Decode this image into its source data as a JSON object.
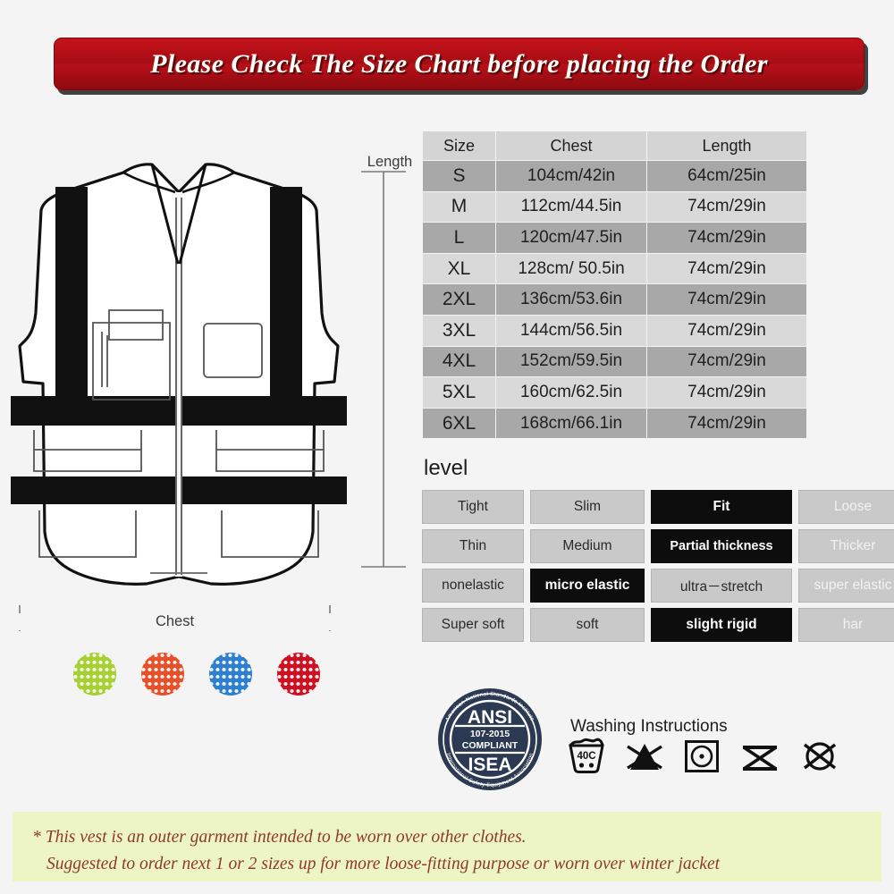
{
  "banner": {
    "text": "Please Check The Size Chart before placing the Order",
    "bg_color": "#b01016",
    "text_color": "#fdfdf8"
  },
  "diagram": {
    "length_label": "Length",
    "chest_label": "Chest",
    "swatches": [
      {
        "name": "lime-green",
        "color": "#a7d133"
      },
      {
        "name": "orange",
        "color": "#e8502a"
      },
      {
        "name": "blue",
        "color": "#2f7fd1"
      },
      {
        "name": "red",
        "color": "#cf1023"
      }
    ]
  },
  "size_table": {
    "headers": [
      "Size",
      "Chest",
      "Length"
    ],
    "rows": [
      {
        "size": "S",
        "chest": "104cm/42in",
        "length": "64cm/25in"
      },
      {
        "size": "M",
        "chest": "112cm/44.5in",
        "length": "74cm/29in"
      },
      {
        "size": "L",
        "chest": "120cm/47.5in",
        "length": "74cm/29in"
      },
      {
        "size": "XL",
        "chest": "128cm/ 50.5in",
        "length": "74cm/29in"
      },
      {
        "size": "2XL",
        "chest": "136cm/53.6in",
        "length": "74cm/29in"
      },
      {
        "size": "3XL",
        "chest": "144cm/56.5in",
        "length": "74cm/29in"
      },
      {
        "size": "4XL",
        "chest": "152cm/59.5in",
        "length": "74cm/29in"
      },
      {
        "size": "5XL",
        "chest": "160cm/62.5in",
        "length": "74cm/29in"
      },
      {
        "size": "6XL",
        "chest": "168cm/66.1in",
        "length": "74cm/29in"
      }
    ]
  },
  "level": {
    "title": "level",
    "rows": [
      [
        {
          "label": "Tight",
          "state": "normal"
        },
        {
          "label": "Slim",
          "state": "normal"
        },
        {
          "label": "Fit",
          "state": "selected"
        },
        {
          "label": "Loose",
          "state": "muted"
        }
      ],
      [
        {
          "label": "Thin",
          "state": "normal"
        },
        {
          "label": "Medium",
          "state": "normal"
        },
        {
          "label": "Partial thickness",
          "state": "selected"
        },
        {
          "label": "Thicker",
          "state": "muted"
        }
      ],
      [
        {
          "label": "nonelastic",
          "state": "normal"
        },
        {
          "label": "micro elastic",
          "state": "selected"
        },
        {
          "label": "ultra－stretch",
          "state": "normal"
        },
        {
          "label": "super elastic",
          "state": "muted"
        }
      ],
      [
        {
          "label": "Super soft",
          "state": "normal"
        },
        {
          "label": "soft",
          "state": "normal"
        },
        {
          "label": "slight rigid",
          "state": "selected"
        },
        {
          "label": "har",
          "state": "muted"
        }
      ]
    ]
  },
  "ansi_badge": {
    "top_text": "ANSI",
    "standard": "107-2015",
    "compliant": "COMPLIANT",
    "bottom_text": "ISEA",
    "ring_top": "American National Standards Institute",
    "ring_bottom": "International Safety Equipment Association",
    "color": "#2b3a52"
  },
  "washing": {
    "title": "Washing Instructions",
    "symbols": [
      {
        "name": "wash-40c-icon",
        "label": "40C"
      },
      {
        "name": "do-not-bleach-icon",
        "label": ""
      },
      {
        "name": "tumble-dry-icon",
        "label": ""
      },
      {
        "name": "do-not-iron-icon",
        "label": ""
      },
      {
        "name": "do-not-dry-clean-icon",
        "label": ""
      }
    ]
  },
  "footer": {
    "star": "*",
    "line1": "This vest is an outer garment intended to be worn over other clothes.",
    "line2": "Suggested to order next 1 or 2 sizes up for more loose-fitting purpose or worn over winter jacket",
    "bg_color": "#eef5c4",
    "text_color": "#8d3a2a"
  }
}
